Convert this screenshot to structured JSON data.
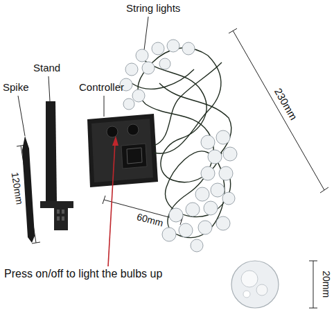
{
  "diagram": {
    "labels": [
      "String lights",
      "Stand",
      "Spike",
      "Controller",
      "230mm",
      "120mm",
      "60mm",
      "Press on/off to light the bulbs up",
      "20mm"
    ]
  }
}
